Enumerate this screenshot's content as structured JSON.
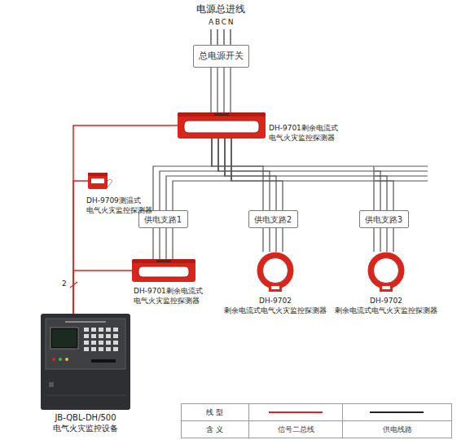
{
  "diagram": {
    "title": "电源总进线",
    "nodes": [
      {
        "text": [
          "总电源开关"
        ]
      },
      {
        "text": [
          "DH-9701剩余电流式 电气火灾监控探测器"
        ]
      },
      {
        "text": [
          "DH-9709测温式 电气火灾监控探测器"
        ]
      },
      {
        "text": [
          "供电支路1"
        ]
      },
      {
        "text": [
          "供电支路2"
        ]
      },
      {
        "text": [
          "供电支路3"
        ]
      },
      {
        "text": [
          "DH-9701剩余电流式 电气火灾监控探测器"
        ]
      },
      {
        "text": [
          "DH-9702 剩余电流式电气火灾监控探测器"
        ]
      },
      {
        "text": [
          "DH-9702 剩余电流式电气火灾监控探测器"
        ]
      },
      {
        "text": [
          "JB-QBL-DH/500 电气火灾监控设备"
        ]
      }
    ],
    "edges": [
      {
        "from": 0,
        "to": 1,
        "arrow": "none"
      },
      {
        "from": 1,
        "to": 3,
        "arrow": "none"
      },
      {
        "from": 1,
        "to": 4,
        "arrow": "none"
      },
      {
        "from": 1,
        "to": 5,
        "arrow": "none"
      },
      {
        "from": 3,
        "to": 6,
        "arrow": "none"
      },
      {
        "from": 4,
        "to": 7,
        "arrow": "none"
      },
      {
        "from": 5,
        "to": 8,
        "arrow": "none"
      },
      {
        "from": 1,
        "to": 9,
        "arrow": "none"
      },
      {
        "from": 2,
        "to": 9,
        "arrow": "none"
      },
      {
        "from": 6,
        "to": 9,
        "arrow": "none"
      }
    ],
    "labels": [
      "A",
      "B",
      "C",
      "N",
      "2",
      "线 型",
      "含 义"
    ],
    "legend": [
      {
        "text": "信号二总线"
      },
      {
        "text": "供电线路"
      }
    ]
  }
}
